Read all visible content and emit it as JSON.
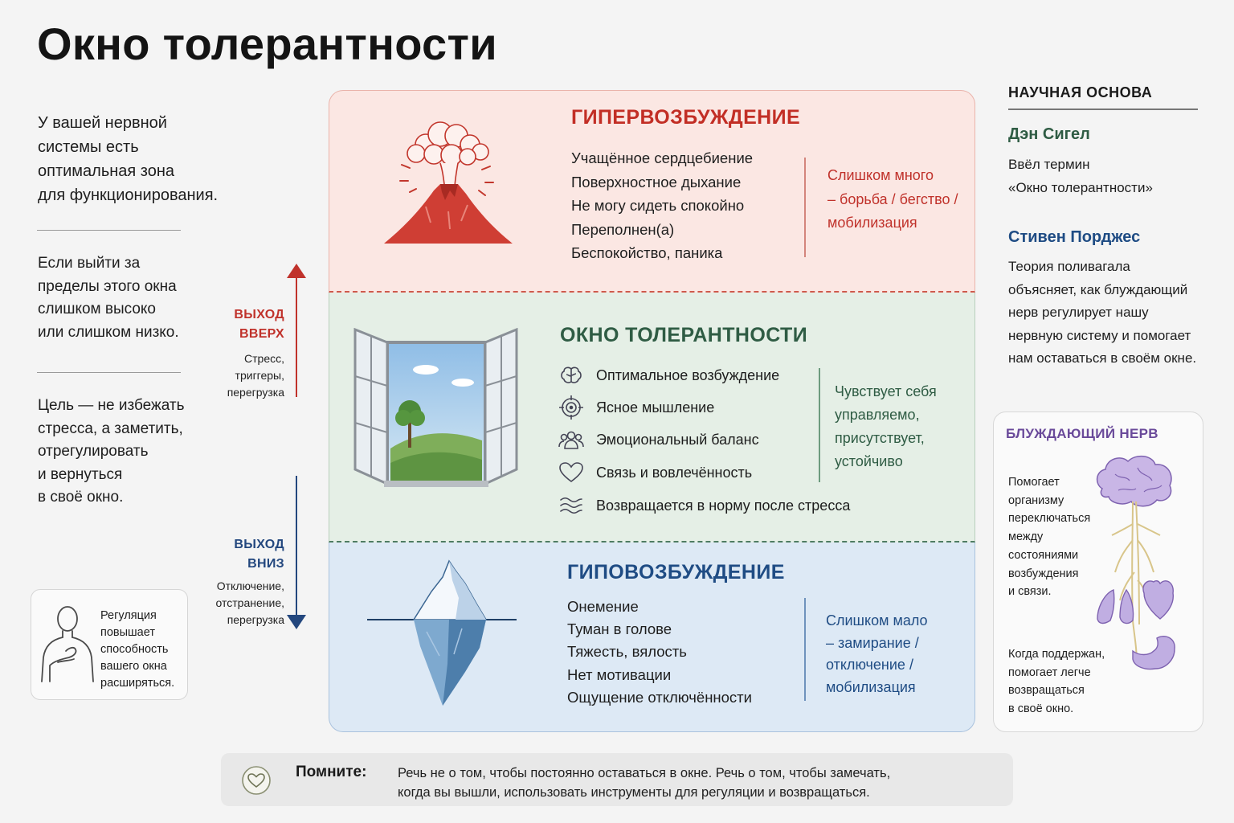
{
  "title": "Окно толерантности",
  "left": {
    "intro_lines": [
      "У вашей нервной",
      "системы есть",
      "оптимальная зона",
      "для функционирования."
    ],
    "exit_lines": [
      "Если выйти за",
      "пределы этого окна",
      "слишком высоко",
      "или слишком низко."
    ],
    "goal_lines": [
      "Цель — не избежать",
      "стресса, а заметить,",
      "отрегулировать",
      "и вернуться",
      "в своё окно."
    ]
  },
  "exit_up": {
    "title_lines": [
      "ВЫХОД",
      "ВВЕРХ"
    ],
    "desc_lines": [
      "Стресс,",
      "триггеры,",
      "перегрузка"
    ]
  },
  "exit_down": {
    "title_lines": [
      "ВЫХОД",
      "ВНИЗ"
    ],
    "desc_lines": [
      "Отключение,",
      "отстранение,",
      "перегрузка"
    ]
  },
  "hyper": {
    "title": "ГИПЕРВОЗБУЖДЕНИЕ",
    "items": [
      "Учащённое сердцебиение",
      "Поверхностное дыхание",
      "Не могу сидеть спокойно",
      "Переполнен(а)",
      "Беспокойство, паника"
    ],
    "note_lines": [
      "Слишком много",
      "– борьба / бегство /",
      "мобилизация"
    ],
    "color": "#c22e25",
    "icon": "volcano-icon"
  },
  "window": {
    "title": "ОКНО ТОЛЕРАНТНОСТИ",
    "items": [
      {
        "icon": "brain-icon",
        "label": "Оптимальное возбуждение"
      },
      {
        "icon": "target-icon",
        "label": "Ясное мышление"
      },
      {
        "icon": "people-icon",
        "label": "Эмоциональный баланс"
      },
      {
        "icon": "heart-icon",
        "label": "Связь и вовлечённость"
      },
      {
        "icon": "waves-icon",
        "label": "Возвращается в норму после стресса"
      }
    ],
    "note_lines": [
      "Чувствует себя",
      "управляемо,",
      "присутствует,",
      "устойчиво"
    ],
    "color": "#2f5c44",
    "picture": "open-window-icon"
  },
  "hypo": {
    "title": "ГИПОВОЗБУЖДЕНИЕ",
    "items": [
      "Онемение",
      "Туман в голове",
      "Тяжесть, вялость",
      "Нет мотивации",
      "Ощущение отключённости"
    ],
    "note_lines": [
      "Слишком мало",
      "– замирание /",
      "отключение /",
      "мобилизация"
    ],
    "color": "#1f4c84",
    "icon": "iceberg-icon"
  },
  "science": {
    "heading": "НАУЧНАЯ ОСНОВА",
    "people": [
      {
        "name": "Дэн Сигел",
        "desc_lines": [
          "Ввёл термин",
          "«Окно толерантности»"
        ]
      },
      {
        "name": "Стивен Порджес",
        "desc_lines": [
          "Теория поливагала",
          "объясняет, как блуждающий",
          "нерв регулирует нашу",
          "нервную систему и помогает",
          "нам оставаться в своём окне."
        ]
      }
    ]
  },
  "vagus": {
    "title": "БЛУЖДАЮЩИЙ НЕРВ",
    "text1_lines": [
      "Помогает",
      "организму",
      "переключаться",
      "между",
      "состояниями",
      "возбуждения",
      "и связи."
    ],
    "text2_lines": [
      "Когда поддержан,",
      "помогает легче",
      "возвращаться",
      "в своё окно."
    ],
    "icon": "vagus-nerve-icon"
  },
  "regulation": {
    "lines": [
      "Регуляция",
      "повышает",
      "способность",
      "вашего окна",
      "расширяться."
    ],
    "icon": "person-hand-on-heart-icon"
  },
  "remember": {
    "label": "Помните:",
    "text_lines": [
      "Речь не о том, чтобы постоянно оставаться в окне. Речь о том, чтобы замечать,",
      "когда вы вышли, использовать инструменты для регуляции и возвращаться."
    ],
    "icon": "heart-circle-icon"
  }
}
